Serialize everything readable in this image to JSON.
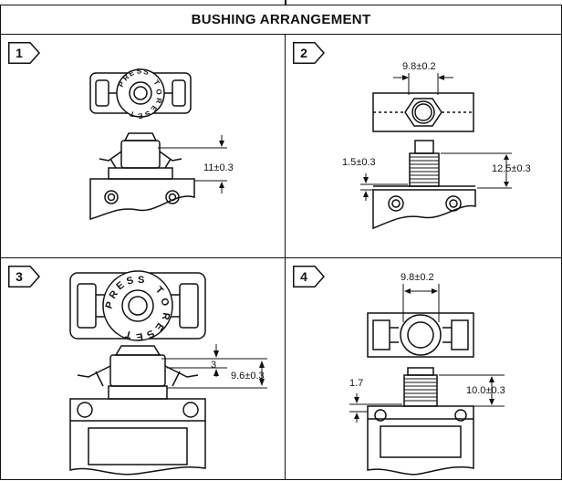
{
  "title": "BUSHING ARRANGEMENT",
  "panels": [
    {
      "number": "1",
      "dims": [
        "11±0.3"
      ],
      "reset_letters": [
        "P",
        "R",
        "E",
        "S",
        "S",
        "T",
        "O",
        "R",
        "E",
        "S",
        "E",
        "T"
      ]
    },
    {
      "number": "2",
      "dims": [
        "9.8±0.2",
        "1.5±0.3",
        "12.5±0.3"
      ]
    },
    {
      "number": "3",
      "dims": [
        "3",
        "9.6±0.3"
      ],
      "reset_letters": [
        "P",
        "R",
        "E",
        "S",
        "S",
        "T",
        "O",
        "R",
        "E",
        "S",
        "E",
        "T"
      ]
    },
    {
      "number": "4",
      "dims": [
        "9.8±0.2",
        "1.7",
        "10.0±0.3"
      ]
    }
  ],
  "colors": {
    "line": "#111111",
    "background": "#ffffff"
  }
}
